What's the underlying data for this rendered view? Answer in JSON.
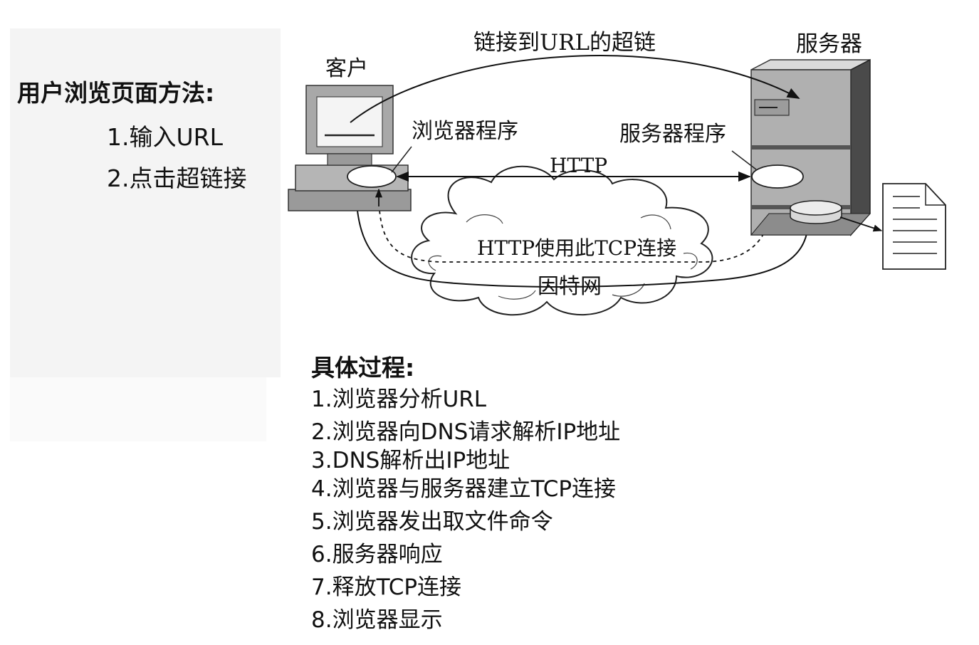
{
  "methods": {
    "title": "用户浏览页面方法:",
    "items": [
      "1.输入URL",
      "2.点击超链接"
    ]
  },
  "diagram": {
    "client_label": "客户",
    "server_label": "服务器",
    "hyperlink_label": "链接到URL的超链",
    "browser_program_label": "浏览器程序",
    "server_program_label": "服务器程序",
    "http_label": "HTTP",
    "tcp_label": "HTTP使用此TCP连接",
    "internet_label": "因特网"
  },
  "process": {
    "title": "具体过程:",
    "steps": [
      "1.浏览器分析URL",
      "2.浏览器向DNS请求解析IP地址",
      "3.DNS解析出IP地址",
      "4.浏览器与服务器建立TCP连接",
      "5.浏览器发出取文件命令",
      "6.服务器响应",
      "7.释放TCP连接",
      "8.浏览器显示"
    ]
  }
}
